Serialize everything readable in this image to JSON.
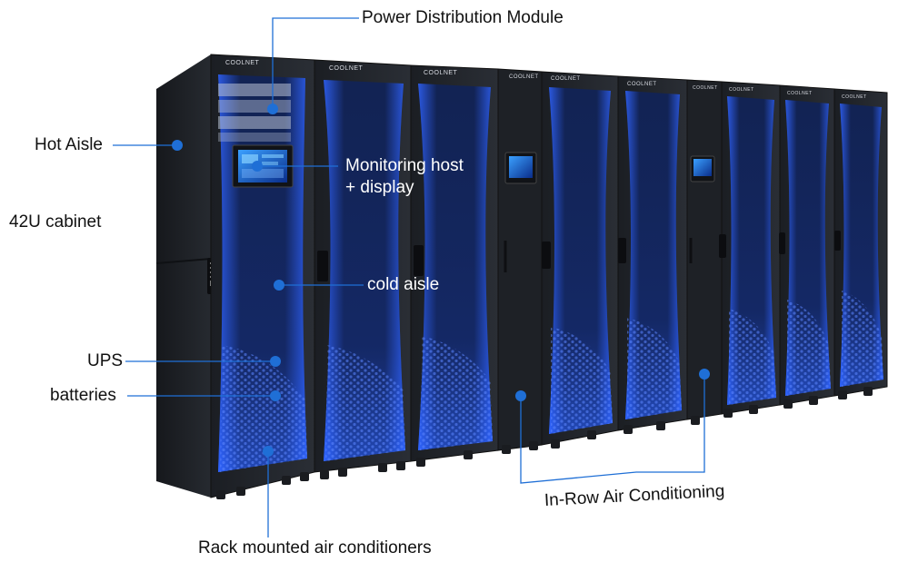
{
  "brand": "COOLNET",
  "labels": {
    "power_distribution": "Power Distribution Module",
    "hot_aisle": "Hot Aisle",
    "monitoring_line1": "Monitoring host",
    "monitoring_line2": "+ display",
    "cabinet_42u": "42U cabinet",
    "cold_aisle": "cold aisle",
    "ups": "UPS",
    "batteries": "batteries",
    "in_row_ac": "In-Row Air Conditioning",
    "rack_ac": "Rack mounted air conditioners"
  },
  "colors": {
    "accent": "#1f6fd6",
    "cabinet": "#23272e",
    "glass_glow": "#2f64ff",
    "background": "#ffffff"
  }
}
